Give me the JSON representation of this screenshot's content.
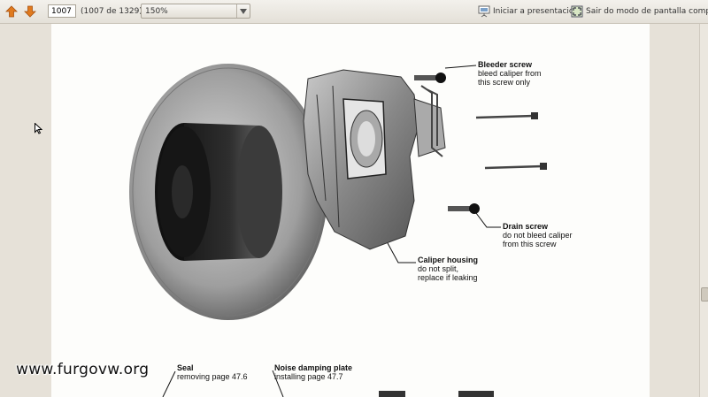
{
  "toolbar": {
    "page_input_value": "1007",
    "page_count": "(1007 de 1329)",
    "zoom_value": "150%",
    "presentation_label": "Iniciar a presentación",
    "exit_fullscreen_label": "Sair do modo de pantalla completa"
  },
  "icons": {
    "prev": "arrow-up-icon",
    "next": "arrow-down-icon",
    "presentation": "presentation-icon",
    "fullscreen": "fullscreen-icon"
  },
  "colors": {
    "nav_arrow": "#e07a1f"
  },
  "document": {
    "labels": [
      {
        "id": "bleeder",
        "title": "Bleeder screw",
        "lines": [
          "bleed caliper from",
          "this screw only"
        ]
      },
      {
        "id": "drain",
        "title": "Drain screw",
        "lines": [
          "do not bleed caliper",
          "from this screw"
        ]
      },
      {
        "id": "housing",
        "title": "Caliper housing",
        "lines": [
          "do not split,",
          "replace if leaking"
        ]
      },
      {
        "id": "seal",
        "title": "Seal",
        "lines": [
          "removing page 47.6"
        ]
      },
      {
        "id": "noise",
        "title": "Noise damping plate",
        "lines": [
          "installing page 47.7"
        ]
      }
    ]
  },
  "watermark": "www.furgovw.org"
}
